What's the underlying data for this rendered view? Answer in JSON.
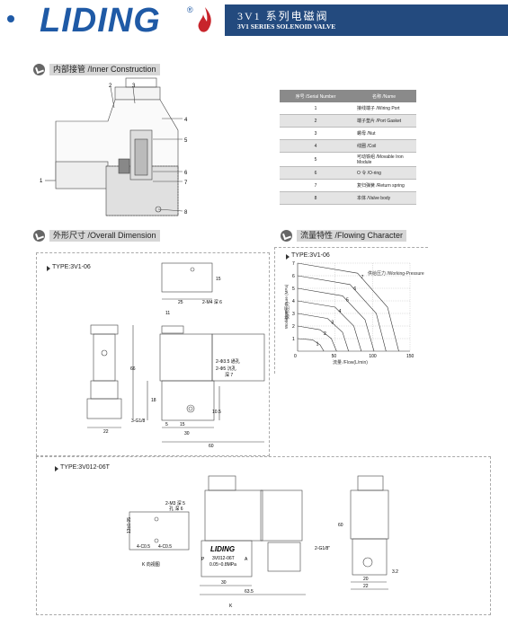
{
  "header": {
    "brand": "LIDING",
    "registered": "®",
    "title_cn": "3V1 系列电磁阀",
    "title_en": "3V1 SERIES SOLENOID VALVE",
    "accent": "#1f5aa6",
    "band_color": "#234a7e"
  },
  "sections": {
    "inner": "内部接管 /Inner Construction",
    "overall": "外形尺寸 /Overall Dimension",
    "flow": "流量特性 /Flowing Character"
  },
  "parts_table": {
    "col_serial": "序号 /Serial Number",
    "col_name": "名称 /Name",
    "rows": [
      {
        "n": "1",
        "name": "接线端子 /Wiring Port"
      },
      {
        "n": "2",
        "name": "端子垫片 /Port Gasket"
      },
      {
        "n": "3",
        "name": "螺母 /Nut"
      },
      {
        "n": "4",
        "name": "线圈 /Coil"
      },
      {
        "n": "5",
        "name": "可动铁组 /Movable Iron Module"
      },
      {
        "n": "6",
        "name": "O 令 /O-ring"
      },
      {
        "n": "7",
        "name": "复归弹簧 /Return spring"
      },
      {
        "n": "8",
        "name": "本体 /Valve body"
      }
    ]
  },
  "inner_labels": [
    "1",
    "2",
    "3",
    "4",
    "5",
    "6",
    "7",
    "8"
  ],
  "overall": {
    "type1": "TYPE:3V1-06",
    "type2": "TYPE:3V012-06T",
    "dims1": {
      "d15": "15",
      "d25": "25",
      "m4": "2-M4 深 6",
      "d11": "11",
      "d66": "66",
      "hole1": "2-Φ3.5 通孔",
      "hole2": "2-Φ5 沉孔",
      "deep": "深 7",
      "d18": "18",
      "d10_5": "10.5",
      "g18": "3-G1/8",
      "d22": "22",
      "d5": "5",
      "d15b": "15",
      "d30": "30",
      "d60": "60"
    },
    "dims2": {
      "m3": "2-M3 深 5",
      "deep": "孔 深 6",
      "d13": "13±0.05",
      "c05a": "4-C0.5",
      "c05b": "4-C0.5",
      "k_view": "K 向视图",
      "brand": "LIDING",
      "model": "3V012-06T",
      "pressure": "0.05~0.8MPa",
      "port_p": "P",
      "port_a": "A",
      "d60": "60",
      "g18": "2-G1/8\"",
      "d3_2": "3.2",
      "d20": "20",
      "d22": "22",
      "d30": "30",
      "d63_5": "63.5",
      "k": "K"
    }
  },
  "flow": {
    "type": "TYPE:3V1-06",
    "ylabel_cn": "使用压力",
    "ylabel_en": "Working-Pressure (MPa)",
    "xlabel": "流量 /Flow(L/min)",
    "supply_label": "供给压力 /Working-Pressure"
  },
  "chart_data": {
    "type": "line",
    "title": "TYPE:3V1-06",
    "xlabel": "流量 /Flow(L/min)",
    "ylabel": "使用压力 Working-Pressure (MPa)",
    "xlim": [
      0,
      150
    ],
    "ylim": [
      0,
      7
    ],
    "x_ticks": [
      "0",
      "50",
      "100",
      "150"
    ],
    "y_ticks": [
      "1",
      "2",
      "3",
      "4",
      "5",
      "6",
      "7"
    ],
    "series": [
      {
        "name": "1",
        "x": [
          0,
          20,
          30,
          35
        ],
        "y": [
          1,
          0.9,
          0.5,
          0
        ]
      },
      {
        "name": "2",
        "x": [
          0,
          30,
          45,
          52
        ],
        "y": [
          2,
          1.7,
          1,
          0
        ]
      },
      {
        "name": "3",
        "x": [
          0,
          40,
          60,
          68
        ],
        "y": [
          3,
          2.6,
          1.5,
          0
        ]
      },
      {
        "name": "4",
        "x": [
          0,
          50,
          75,
          85
        ],
        "y": [
          4,
          3.5,
          2,
          0
        ]
      },
      {
        "name": "5",
        "x": [
          0,
          60,
          90,
          102
        ],
        "y": [
          5,
          4.4,
          2.5,
          0
        ]
      },
      {
        "name": "6",
        "x": [
          0,
          70,
          105,
          118
        ],
        "y": [
          6,
          5.3,
          3,
          0
        ]
      },
      {
        "name": "7",
        "x": [
          0,
          80,
          120,
          135
        ],
        "y": [
          7,
          6.2,
          3.5,
          0
        ]
      }
    ]
  }
}
